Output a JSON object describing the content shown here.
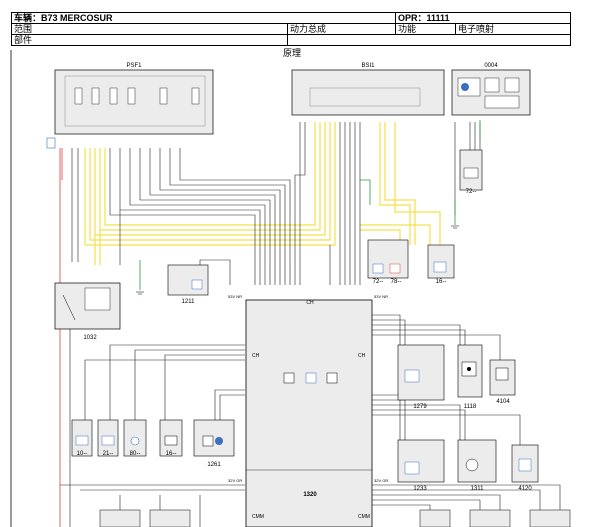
{
  "header": {
    "vehicle": "车辆：B73 MERCOSUR",
    "opr": "OPR：11111",
    "scope_label": "范围",
    "powertrain": "动力总成",
    "function_label": "功能",
    "function_value": "电子喷射",
    "parts_label": "部件"
  },
  "section_title": "原理",
  "components": {
    "psf1": "PSF1",
    "bsi1": "BSI1",
    "c0004": "0004",
    "c1032": "1032",
    "c1211": "1211",
    "c1320": "1320",
    "c1279": "1279",
    "c1118": "1118",
    "c4104": "4104",
    "c1261": "1261",
    "c1233": "1233",
    "c1311": "1311",
    "c4120": "4120",
    "c72a": "72--",
    "c72b": "72--",
    "c78": "78--",
    "c16a": "16--",
    "c10": "10--",
    "c21": "21--",
    "c80": "80--",
    "c16b": "16--"
  },
  "ecu_labels": {
    "ch_left": "CH",
    "ch_right": "CH",
    "ch_top": "CH",
    "cmm_left": "CMM",
    "cmm_right": "CMM",
    "top_left": "53V NR",
    "top_right": "53V NR",
    "mid_left": "32V GR",
    "mid_right": "32V GR"
  },
  "colors": {
    "wire_yellow": "#f2e14a",
    "wire_black": "#222222",
    "wire_green": "#2f9a3c",
    "wire_red": "#d94040",
    "module_fill": "#ececec",
    "accent_blue": "#3a6fc4"
  }
}
